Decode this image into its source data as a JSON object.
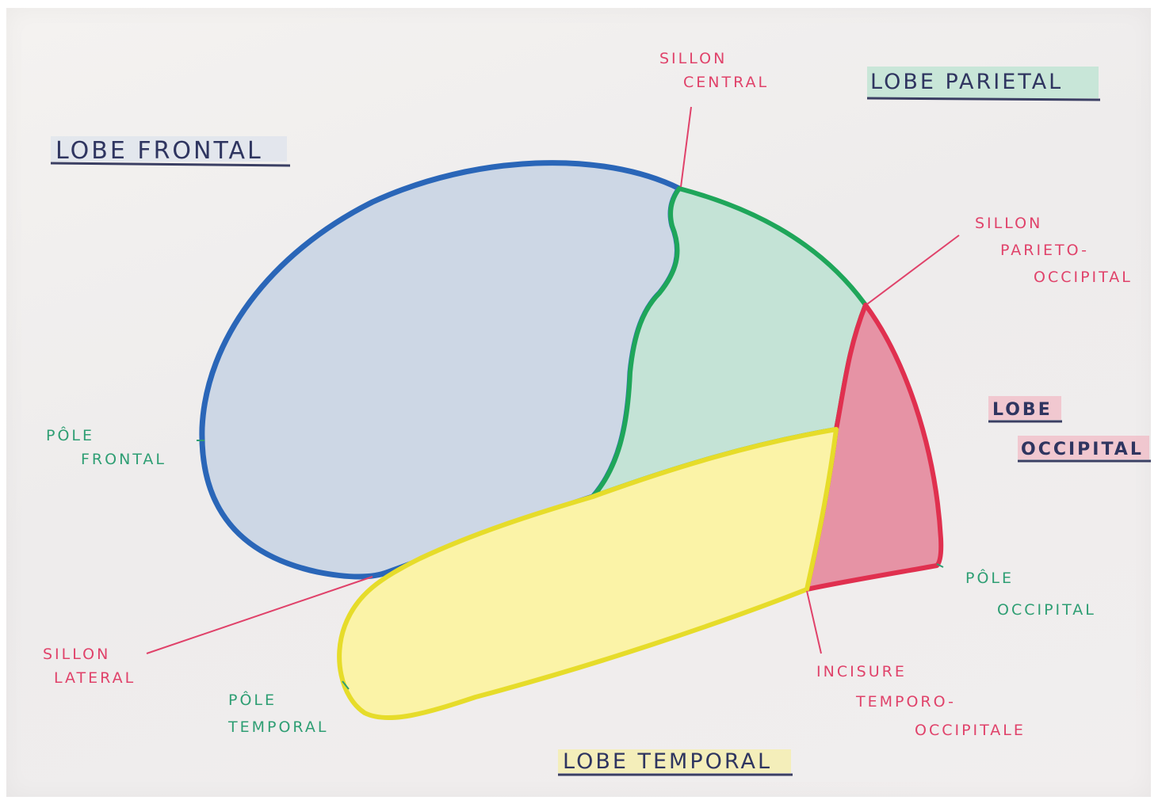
{
  "colors": {
    "frontal_fill": "#cdd7e5",
    "frontal_stroke": "#2a66b8",
    "parietal_fill": "#c4e3d6",
    "parietal_stroke": "#1fa65a",
    "occipital_fill": "#e693a5",
    "occipital_stroke": "#e0304f",
    "temporal_fill": "#fbf3a7",
    "temporal_stroke": "#e6dc2a",
    "label_red": "#e0426a",
    "label_green": "#2e9e73",
    "heading_ink": "#2f3560"
  },
  "lobes": {
    "frontal": {
      "title": "LOBE FRONTAL",
      "highlight": "#c9d6ea"
    },
    "parietal": {
      "title": "LOBE PARIETAL",
      "highlight": "#b8e3cf"
    },
    "occipital": {
      "title_line1": "LOBE",
      "title_line2": "OCCIPITAL",
      "highlight": "#f2a9b8"
    },
    "temporal": {
      "title": "LOBE TEMPORAL",
      "highlight": "#f7ef98"
    }
  },
  "sulci": {
    "central": {
      "line1": "SILLON",
      "line2": "CENTRAL"
    },
    "parieto_occipital": {
      "line1": "SILLON",
      "line2": "PARIETO-",
      "line3": "OCCIPITAL"
    },
    "lateral": {
      "line1": "SILLON",
      "line2": "LATERAL"
    },
    "temporo_occipital": {
      "line1": "INCISURE",
      "line2": "TEMPORO-",
      "line3": "OCCIPITALE"
    }
  },
  "poles": {
    "frontal": {
      "line1": "PÔLE",
      "line2": "FRONTAL"
    },
    "temporal": {
      "line1": "PÔLE",
      "line2": "TEMPORAL"
    },
    "occipital": {
      "line1": "PÔLE",
      "line2": "OCCIPITAL"
    }
  }
}
